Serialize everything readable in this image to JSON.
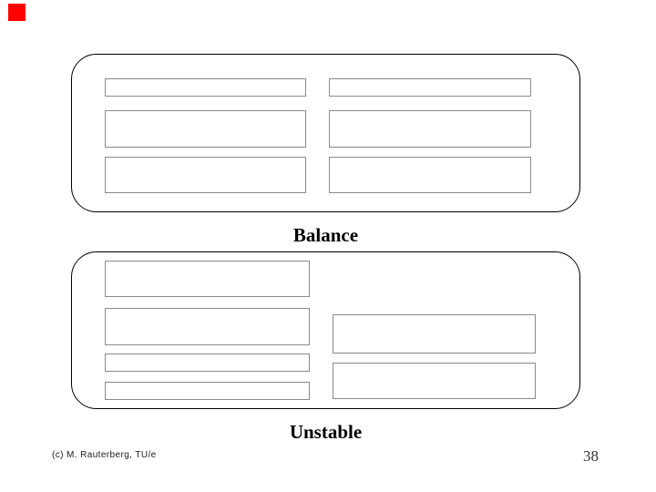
{
  "slide": {
    "background_color": "#ffffff",
    "marker": {
      "color": "#ff0000"
    },
    "frame_border_color": "#000000",
    "placeholder_border_color": "#8a8a8a",
    "sections": [
      {
        "id": "balance",
        "label": "Balance",
        "placeholder_count": 6
      },
      {
        "id": "unstable",
        "label": "Unstable",
        "placeholder_count": 6
      }
    ],
    "footer": {
      "copyright": "(c) M. Rauterberg, TU/e",
      "page_number": "38"
    }
  }
}
